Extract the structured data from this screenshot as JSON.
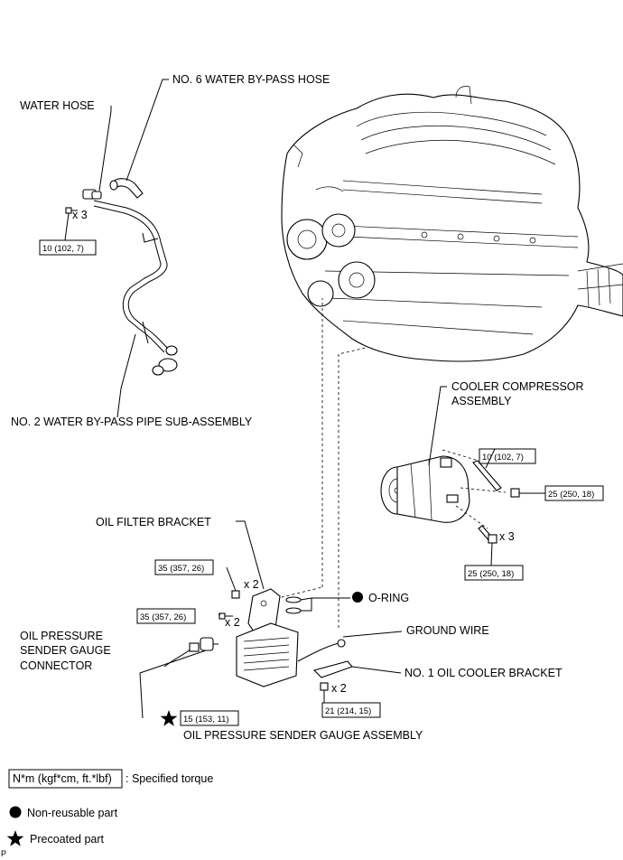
{
  "labels": {
    "water_hose": "WATER HOSE",
    "no6_hose": "NO. 6 WATER BY-PASS HOSE",
    "no2_pipe": "NO. 2 WATER BY-PASS PIPE SUB-ASSEMBLY",
    "compressor_1": "COOLER COMPRESSOR",
    "compressor_2": "ASSEMBLY",
    "oil_filter_bracket": "OIL FILTER BRACKET",
    "o_ring": "O-RING",
    "ground_wire": "GROUND WIRE",
    "oil_cooler_bracket": "NO. 1 OIL COOLER BRACKET",
    "sender_connector_1": "OIL PRESSURE",
    "sender_connector_2": "SENDER GAUGE",
    "sender_connector_3": "CONNECTOR",
    "sender_assembly": "OIL PRESSURE SENDER GAUGE ASSEMBLY"
  },
  "torques": {
    "pipe_bolt": "10 (102, 7)",
    "comp_stud": "10 (102, 7)",
    "comp_nut": "25 (250, 18)",
    "comp_bolt": "25 (250, 18)",
    "bracket_nut": "35 (357, 26)",
    "bracket_bolt": "35 (357, 26)",
    "sender": "15 (153, 11)",
    "cooler_bracket_nut": "21 (214, 15)"
  },
  "quantities": {
    "pipe_bolt": "x 3",
    "comp_bolt": "x 3",
    "bracket_nut": "x 2",
    "bracket_bolt": "x 2",
    "cooler_bracket_nut": "x 2"
  },
  "legend": {
    "torque_box": "N*m (kgf*cm, ft.*lbf)",
    "torque_text": ": Specified torque",
    "non_reusable": "Non-reusable part",
    "precoated": "Precoated part"
  },
  "corner_mark": "P"
}
